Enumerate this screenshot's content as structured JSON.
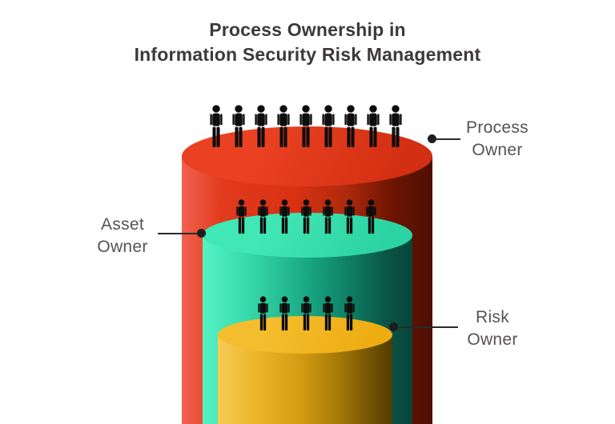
{
  "title": {
    "line1": "Process Ownership in",
    "line2": "Information Security Risk Management"
  },
  "diagram": {
    "cylinders": [
      {
        "id": "process-owner",
        "label_line1": "Process",
        "label_line2": "Owner",
        "people_count": 9,
        "label_side": "right",
        "colors": {
          "top_light": "#ea4122",
          "top_dark": "#d32f12",
          "body_stops": [
            "#f0624e 0%",
            "#e23a1d 16%",
            "#d93113 45%",
            "#b02a0d 65%",
            "#701603 83%",
            "#4c0e02 100%"
          ]
        }
      },
      {
        "id": "asset-owner",
        "label_line1": "Asset",
        "label_line2": "Owner",
        "people_count": 7,
        "label_side": "left",
        "colors": {
          "top_light": "#41e7b4",
          "top_dark": "#2cd3a2",
          "body_stops": [
            "#55f2c6 0%",
            "#36d9aa 22%",
            "#17a480 52%",
            "#0e7a61 72%",
            "#0a5446 88%",
            "#084438 100%"
          ]
        }
      },
      {
        "id": "risk-owner",
        "label_line1": "Risk",
        "label_line2": "Owner",
        "people_count": 5,
        "label_side": "right",
        "colors": {
          "top_light": "#f4bd2d",
          "top_dark": "#edad12",
          "body_stops": [
            "#f6cb55 0%",
            "#eeb52a 22%",
            "#d19b12 48%",
            "#a87b08 68%",
            "#7c5a03 84%",
            "#523b00 100%"
          ]
        }
      }
    ],
    "people_color": "#0d0d0d"
  },
  "palette": {
    "background": "#ffffff",
    "title_color": "#3d393a",
    "label_color": "#575152",
    "callout_color": "#1d1d1d"
  }
}
